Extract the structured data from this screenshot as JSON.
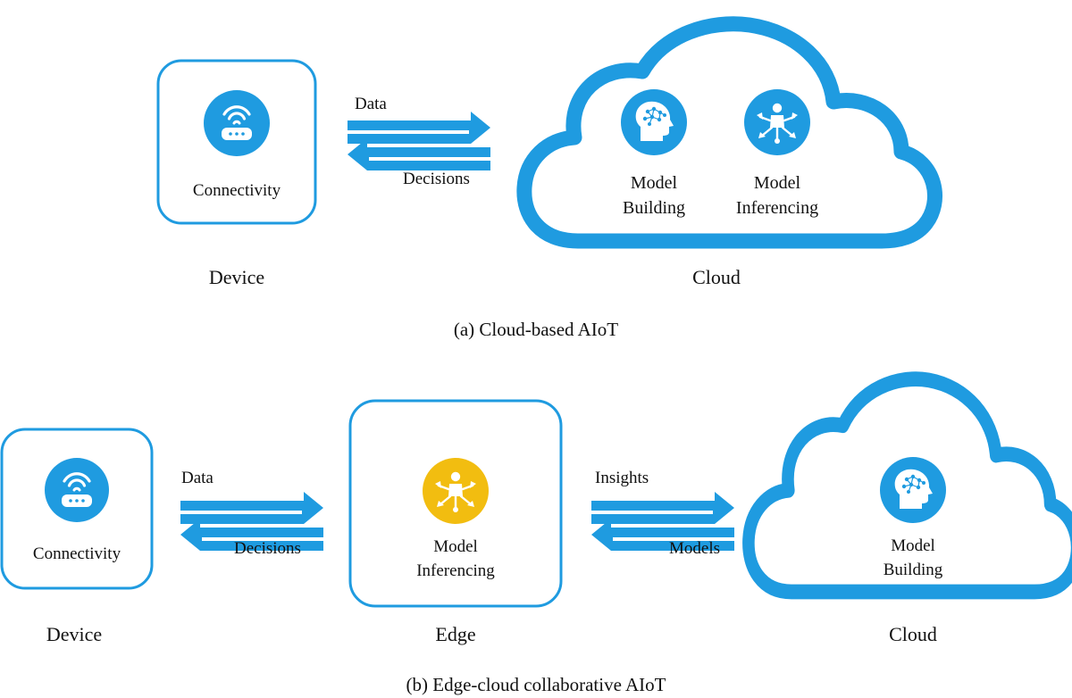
{
  "colors": {
    "accent_blue": "#1f9be0",
    "edge_yellow": "#f2bd10",
    "text": "#111111",
    "background": "#ffffff"
  },
  "panel_a": {
    "caption": "(a)  Cloud-based AIoT",
    "device": {
      "label": "Device",
      "box_label": "Connectivity",
      "icon": "router-wifi-icon"
    },
    "arrows": {
      "upper_label": "Data",
      "lower_label": "Decisions"
    },
    "cloud": {
      "label": "Cloud",
      "items": [
        {
          "line1": "Model",
          "line2": "Building",
          "icon": "brain-head-icon"
        },
        {
          "line1": "Model",
          "line2": "Inferencing",
          "icon": "person-network-icon"
        }
      ]
    }
  },
  "panel_b": {
    "caption": "(b)  Edge-cloud collaborative AIoT",
    "device": {
      "label": "Device",
      "box_label": "Connectivity",
      "icon": "router-wifi-icon"
    },
    "arrows_left": {
      "upper_label": "Data",
      "lower_label": "Decisions"
    },
    "edge": {
      "label": "Edge",
      "line1": "Model",
      "line2": "Inferencing",
      "icon": "person-network-icon"
    },
    "arrows_right": {
      "upper_label": "Insights",
      "lower_label": "Models"
    },
    "cloud": {
      "label": "Cloud",
      "line1": "Model",
      "line2": "Building",
      "icon": "brain-head-icon"
    }
  }
}
